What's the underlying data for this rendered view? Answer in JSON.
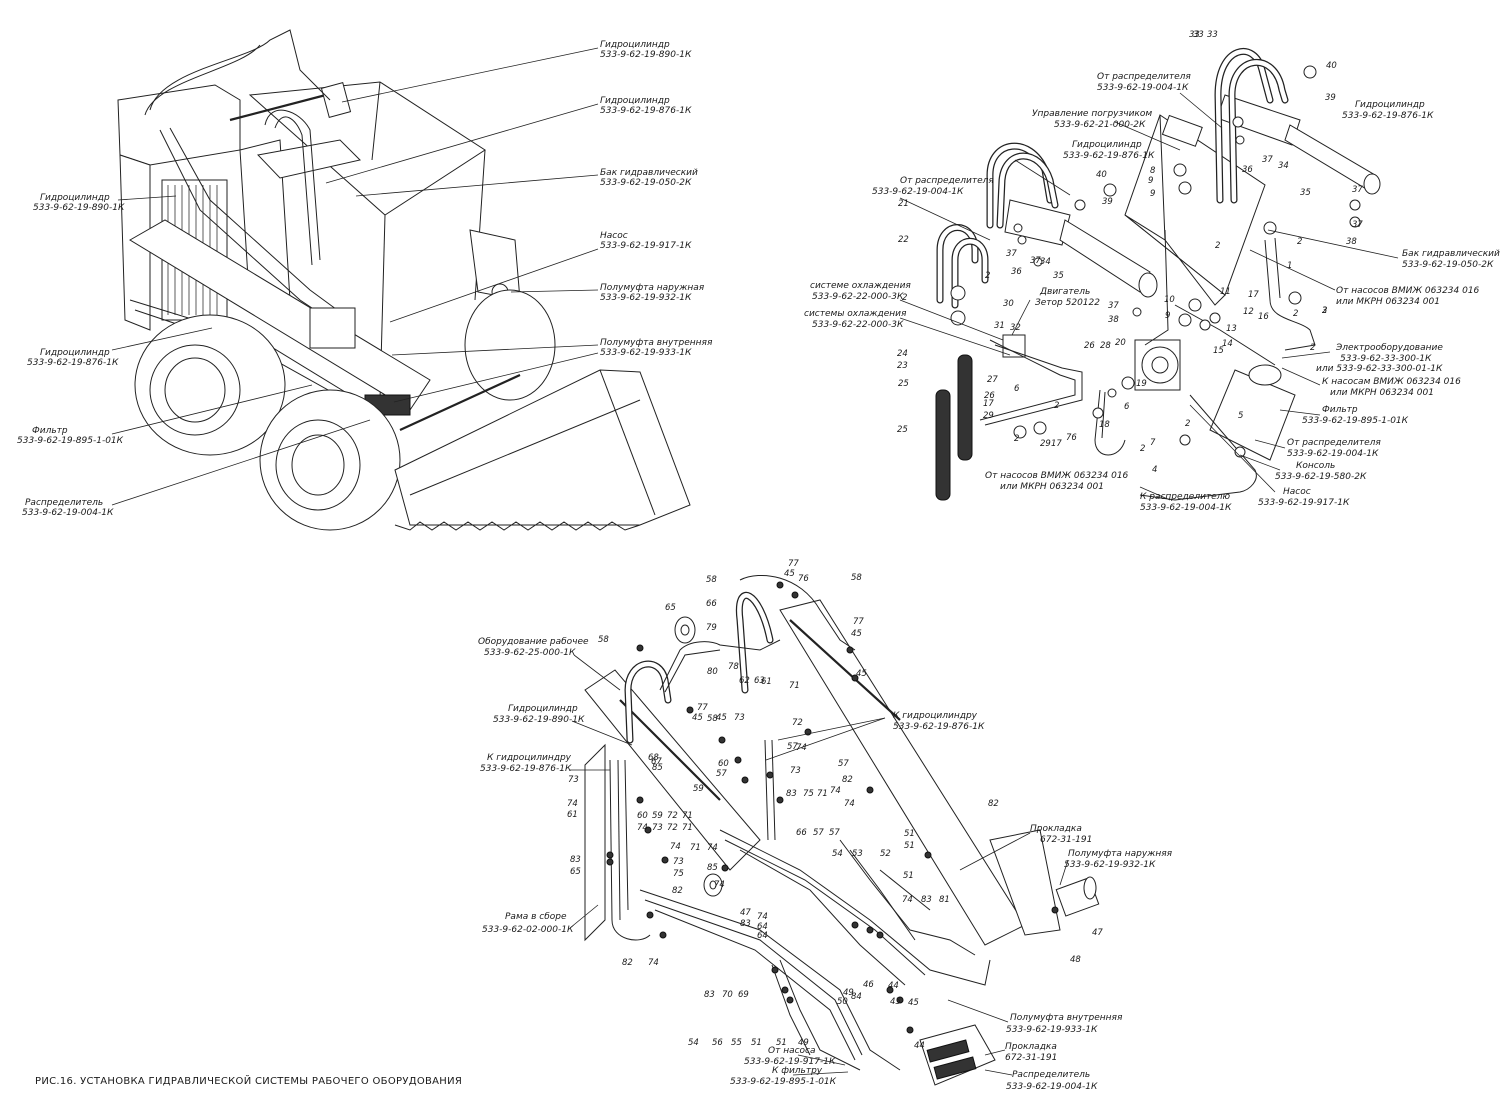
{
  "caption": "РИС.16. УСТАНОВКА ГИДРАВЛИЧЕСКОЙ СИСТЕМЫ РАБОЧЕГО ОБОРУДОВАНИЯ",
  "labels": {
    "tl_cyl890_a_title": "Гидроцилиндр",
    "tl_cyl890_a_code": "533-9-62-19-890-1К",
    "tl_cyl876_a_title": "Гидроцилиндр",
    "tl_cyl876_a_code": "533-9-62-19-876-1К",
    "tl_tank_title": "Бак гидравлический",
    "tl_tank_code": "533-9-62-19-050-2К",
    "tl_pump_title": "Насос",
    "tl_pump_code": "533-9-62-19-917-1К",
    "tl_outer_title": "Полумуфта наружная",
    "tl_outer_code": "533-9-62-19-932-1К",
    "tl_inner_title": "Полумуфта внутренняя",
    "tl_inner_code": "533-9-62-19-933-1К",
    "tl_cyl890_b_title": "Гидроцилиндр",
    "tl_cyl890_b_code": "533-9-62-19-890-1К",
    "tl_cyl876_b_title": "Гидроцилиндр",
    "tl_cyl876_b_code": "533-9-62-19-876-1К",
    "tl_filter_title": "Фильтр",
    "tl_filter_code": "533-9-62-19-895-1-01К",
    "tl_distr_title": "Распределитель",
    "tl_distr_code": "533-9-62-19-004-1К",
    "tr_from_distr1_title": "От распределителя",
    "tr_from_distr1_code": "533-9-62-19-004-1К",
    "tr_control_title": "Управление погрузчиком",
    "tr_control_code": "533-9-62-21-000-2К",
    "tr_cyl876_a_title": "Гидроцилиндр",
    "tr_cyl876_a_code": "533-9-62-19-876-1К",
    "tr_cyl876_b_title": "Гидроцилиндр",
    "tr_cyl876_b_code": "533-9-62-19-876-1К",
    "tr_from_distr2_title": "От распределителя",
    "tr_from_distr2_code": "533-9-62-19-004-1К",
    "tr_cool1_title": "системе охлаждения",
    "tr_cool1_code": "533-9-62-22-000-3К",
    "tr_cool2_title": "системы охлаждения",
    "tr_cool2_code": "533-9-62-22-000-3К",
    "tr_engine_title": "Двигатель",
    "tr_engine_code": "Зетор 520122",
    "tr_tank_title": "Бак гидравлический",
    "tr_tank_code": "533-9-62-19-050-2К",
    "tr_pumps1_title": "От насосов ВМИЖ 063234 016",
    "tr_pumps1_code": "или МКРН 063234 001",
    "tr_elec_title": "Электрооборудование",
    "tr_elec_code1": "533-9-62-33-300-1К",
    "tr_elec_code2": "или 533-9-62-33-300-01-1К",
    "tr_pumps2_title": "К насосам ВМИЖ 063234 016",
    "tr_pumps2_code": "или МКРН 063234 001",
    "tr_filter_title": "Фильтр",
    "tr_filter_code": "533-9-62-19-895-1-01К",
    "tr_from_distr3_title": "От распределителя",
    "tr_from_distr3_code": "533-9-62-19-004-1К",
    "tr_console_title": "Консоль",
    "tr_console_code": "533-9-62-19-580-2К",
    "tr_pump_title": "Насос",
    "tr_pump_code": "533-9-62-19-917-1К",
    "tr_from_pumps3_title": "От насосов ВМИЖ 063234 016",
    "tr_from_pumps3_code": "или МКРН 063234 001",
    "tr_to_distr_title": "К распределителю",
    "tr_to_distr_code": "533-9-62-19-004-1К",
    "b_equip_title": "Оборудование рабочее",
    "b_equip_code": "533-9-62-25-000-1К",
    "b_cyl890_title": "Гидроцилиндр",
    "b_cyl890_code": "533-9-62-19-890-1К",
    "b_tocyl_a_title": "К гидроцилиндру",
    "b_tocyl_a_code": "533-9-62-19-876-1К",
    "b_tocyl_b_title": "К гидроцилиндру",
    "b_tocyl_b_code": "533-9-62-19-876-1К",
    "b_gasket1_title": "Прокладка",
    "b_gasket1_code": "672-31-191",
    "b_outer_title": "Полумуфта наружняя",
    "b_outer_code": "533-9-62-19-932-1К",
    "b_frame_title": "Рама в сборе",
    "b_frame_code": "533-9-62-02-000-1К",
    "b_inner_title": "Полумуфта внутренняя",
    "b_inner_code": "533-9-62-19-933-1К",
    "b_gasket2_title": "Прокладка",
    "b_gasket2_code": "672-31-191",
    "b_distr_title": "Распределитель",
    "b_distr_code": "533-9-62-19-004-1К",
    "b_frompump_title": "От насоса",
    "b_frompump_code": "533-9-62-19-917-1К",
    "b_tofilter_title": "К фильтру",
    "b_tofilter_code": "533-9-62-19-895-1-01К"
  },
  "callouts": [
    "33",
    "33",
    "33",
    "40",
    "39",
    "36",
    "37",
    "34",
    "35",
    "37",
    "37",
    "38",
    "8",
    "9",
    "9",
    "40",
    "39",
    "21",
    "22",
    "2",
    "2",
    "30",
    "2",
    "36",
    "37",
    "37",
    "34",
    "35",
    "37",
    "38",
    "2",
    "2",
    "1",
    "2",
    "3",
    "2",
    "24",
    "23",
    "25",
    "25",
    "31",
    "32",
    "27",
    "26",
    "17",
    "29",
    "6",
    "2",
    "29",
    "17",
    "76",
    "2",
    "26",
    "28",
    "20",
    "19",
    "18",
    "6",
    "2",
    "7",
    "4",
    "5",
    "2",
    "9",
    "10",
    "11",
    "12",
    "13",
    "14",
    "15",
    "16",
    "17",
    "58",
    "77",
    "45",
    "76",
    "58",
    "65",
    "66",
    "77",
    "45",
    "79",
    "77",
    "45",
    "45",
    "58",
    "80",
    "62",
    "63",
    "61",
    "78",
    "58",
    "45",
    "73",
    "71",
    "72",
    "59",
    "60",
    "57",
    "73",
    "74",
    "57",
    "68",
    "67",
    "57",
    "82",
    "74",
    "83",
    "75",
    "71",
    "74",
    "85",
    "73",
    "74",
    "61",
    "60",
    "59",
    "72",
    "71",
    "74",
    "73",
    "72",
    "71",
    "74",
    "73",
    "75",
    "71",
    "74",
    "85",
    "82",
    "74",
    "83",
    "65",
    "66",
    "57",
    "57",
    "54",
    "53",
    "52",
    "51",
    "51",
    "51",
    "82",
    "74",
    "83",
    "81",
    "47",
    "48",
    "47",
    "83",
    "74",
    "64",
    "64",
    "82",
    "74",
    "83",
    "70",
    "69",
    "54",
    "56",
    "55",
    "51",
    "51",
    "49",
    "50",
    "49",
    "84",
    "46",
    "44",
    "44",
    "45",
    "45",
    "45",
    "45"
  ]
}
